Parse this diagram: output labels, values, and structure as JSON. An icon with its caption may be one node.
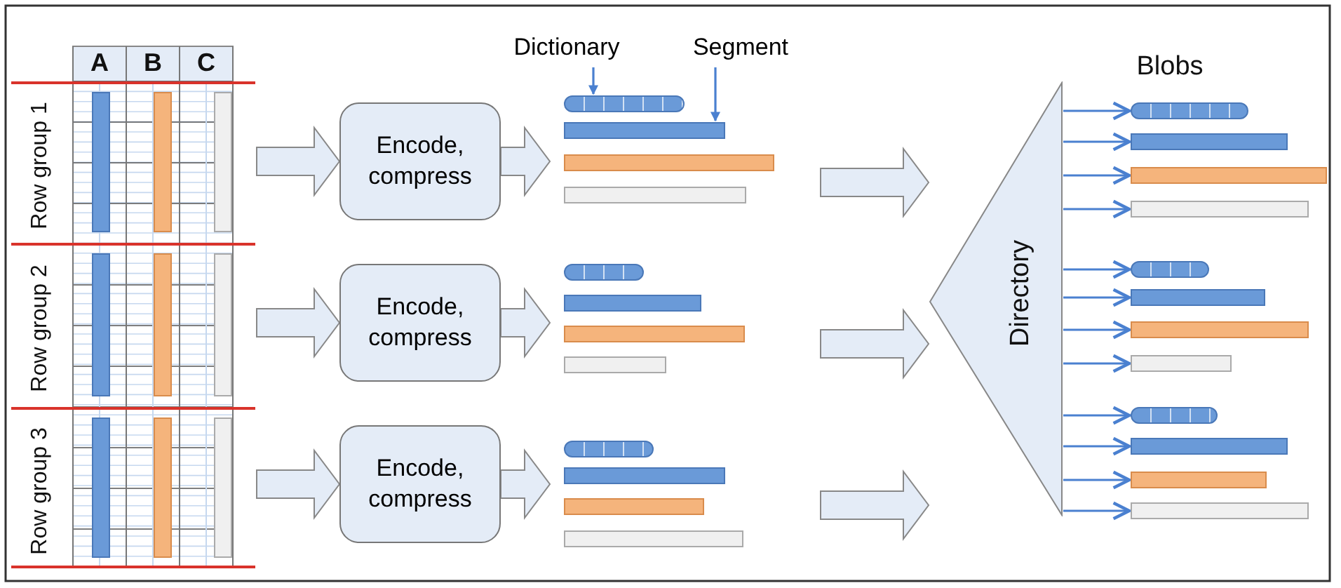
{
  "diagram": {
    "nodes": [
      {
        "text": [
          "Dictionary"
        ]
      },
      {
        "text": [
          "Segment"
        ]
      },
      {
        "text": [
          "Row group 1"
        ]
      },
      {
        "text": [
          "Encode, compress"
        ]
      },
      {
        "text": [],
        "shape": "bar"
      },
      {
        "text": [],
        "shape": "bar"
      },
      {
        "text": [],
        "shape": "bar"
      },
      {
        "text": [],
        "shape": "bar"
      },
      {
        "text": [
          "Row group 2"
        ]
      },
      {
        "text": [
          "Encode, compress"
        ]
      },
      {
        "text": [],
        "shape": "bar"
      },
      {
        "text": [],
        "shape": "bar"
      },
      {
        "text": [],
        "shape": "bar"
      },
      {
        "text": [],
        "shape": "bar"
      },
      {
        "text": [
          "Row group 3"
        ]
      },
      {
        "text": [
          "Encode, compress"
        ]
      },
      {
        "text": [],
        "shape": "bar"
      },
      {
        "text": [],
        "shape": "bar"
      },
      {
        "text": [],
        "shape": "bar"
      },
      {
        "text": [],
        "shape": "bar"
      },
      {
        "text": [
          "Directory"
        ]
      },
      {
        "text": [],
        "shape": "bar"
      },
      {
        "text": [],
        "shape": "bar"
      },
      {
        "text": [],
        "shape": "bar"
      },
      {
        "text": [],
        "shape": "bar"
      },
      {
        "text": [],
        "shape": "bar"
      },
      {
        "text": [],
        "shape": "bar"
      },
      {
        "text": [],
        "shape": "bar"
      },
      {
        "text": [],
        "shape": "bar"
      },
      {
        "text": [],
        "shape": "bar"
      },
      {
        "text": [],
        "shape": "bar"
      },
      {
        "text": [],
        "shape": "bar"
      },
      {
        "text": [],
        "shape": "bar"
      }
    ],
    "edges": [
      {
        "from": 0,
        "to": 4,
        "arrow": "to"
      },
      {
        "from": 1,
        "to": 5,
        "arrow": "to"
      },
      {
        "from": 2,
        "to": 3,
        "arrow": "to"
      },
      {
        "from": 3,
        "to": null,
        "arrow": "to"
      },
      {
        "from": 8,
        "to": 9,
        "arrow": "to"
      },
      {
        "from": 9,
        "to": null,
        "arrow": "to"
      },
      {
        "from": 14,
        "to": 15,
        "arrow": "to"
      },
      {
        "from": 15,
        "to": null,
        "arrow": "to"
      },
      {
        "from": null,
        "to": 20,
        "arrow": "to"
      },
      {
        "from": null,
        "to": 20,
        "arrow": "to"
      },
      {
        "from": null,
        "to": 20,
        "arrow": "to"
      },
      {
        "from": 20,
        "to": 21,
        "arrow": "to"
      },
      {
        "from": 20,
        "to": 22,
        "arrow": "to"
      },
      {
        "from": 20,
        "to": 23,
        "arrow": "to"
      },
      {
        "from": 20,
        "to": 24,
        "arrow": "to"
      },
      {
        "from": 20,
        "to": 25,
        "arrow": "to"
      },
      {
        "from": 20,
        "to": 26,
        "arrow": "to"
      },
      {
        "from": 20,
        "to": 27,
        "arrow": "to"
      },
      {
        "from": 20,
        "to": 28,
        "arrow": "to"
      },
      {
        "from": 20,
        "to": 29,
        "arrow": "to"
      },
      {
        "from": 20,
        "to": 30,
        "arrow": "to"
      },
      {
        "from": 20,
        "to": 31,
        "arrow": "to"
      },
      {
        "from": 20,
        "to": 32,
        "arrow": "to"
      }
    ],
    "labels": [
      "A",
      "B",
      "C",
      "Blobs"
    ]
  }
}
